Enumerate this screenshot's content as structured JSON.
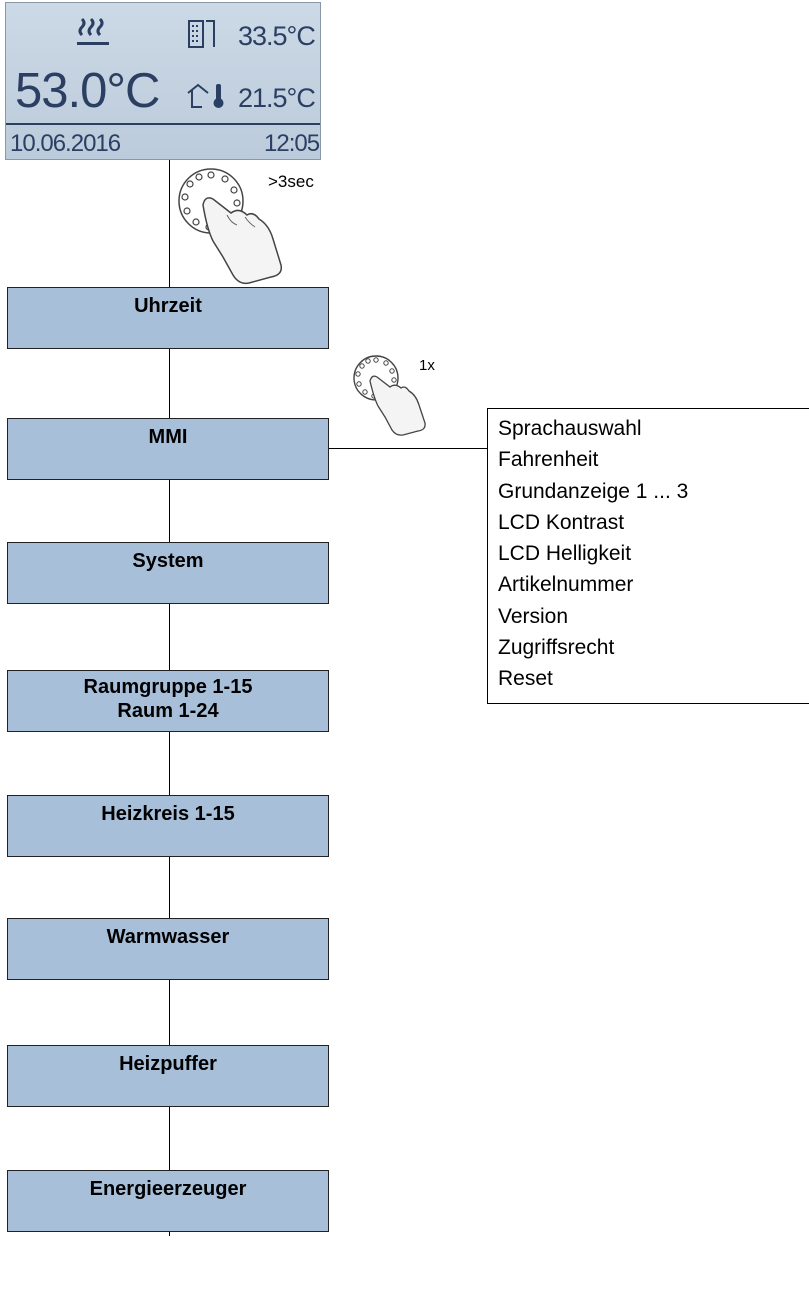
{
  "display": {
    "heating_icon": "heating-waves-icon",
    "buffer_icon": "buffer-tank-icon",
    "outdoor_icon": "house-thermometer-icon",
    "buffer_temp": "33.5°C",
    "main_temp": "53.0°C",
    "outdoor_temp": "21.5°C",
    "date": "10.06.2016",
    "time": "12:05"
  },
  "knob1": {
    "icon": "rotary-knob-press-icon",
    "label": ">3sec"
  },
  "knob2": {
    "icon": "rotary-knob-press-icon",
    "label": "1x"
  },
  "menu": [
    {
      "label": "Uhrzeit"
    },
    {
      "label": "MMI"
    },
    {
      "label": "System"
    },
    {
      "label": "Raumgruppe 1-15",
      "label2": "Raum 1-24"
    },
    {
      "label": "Heizkreis 1-15"
    },
    {
      "label": "Warmwasser"
    },
    {
      "label": "Heizpuffer"
    },
    {
      "label": "Energieerzeuger"
    }
  ],
  "submenu": [
    "Sprachauswahl",
    "Fahrenheit",
    "Grundanzeige 1 ... 3",
    "LCD Kontrast",
    "LCD Helligkeit",
    "Artikelnummer",
    "Version",
    "Zugriffsrecht",
    "Reset"
  ],
  "colors": {
    "menu_fill": "#a7bfd9",
    "lcd_bg": "#c6d4e2",
    "lcd_text": "#2b3f63"
  }
}
